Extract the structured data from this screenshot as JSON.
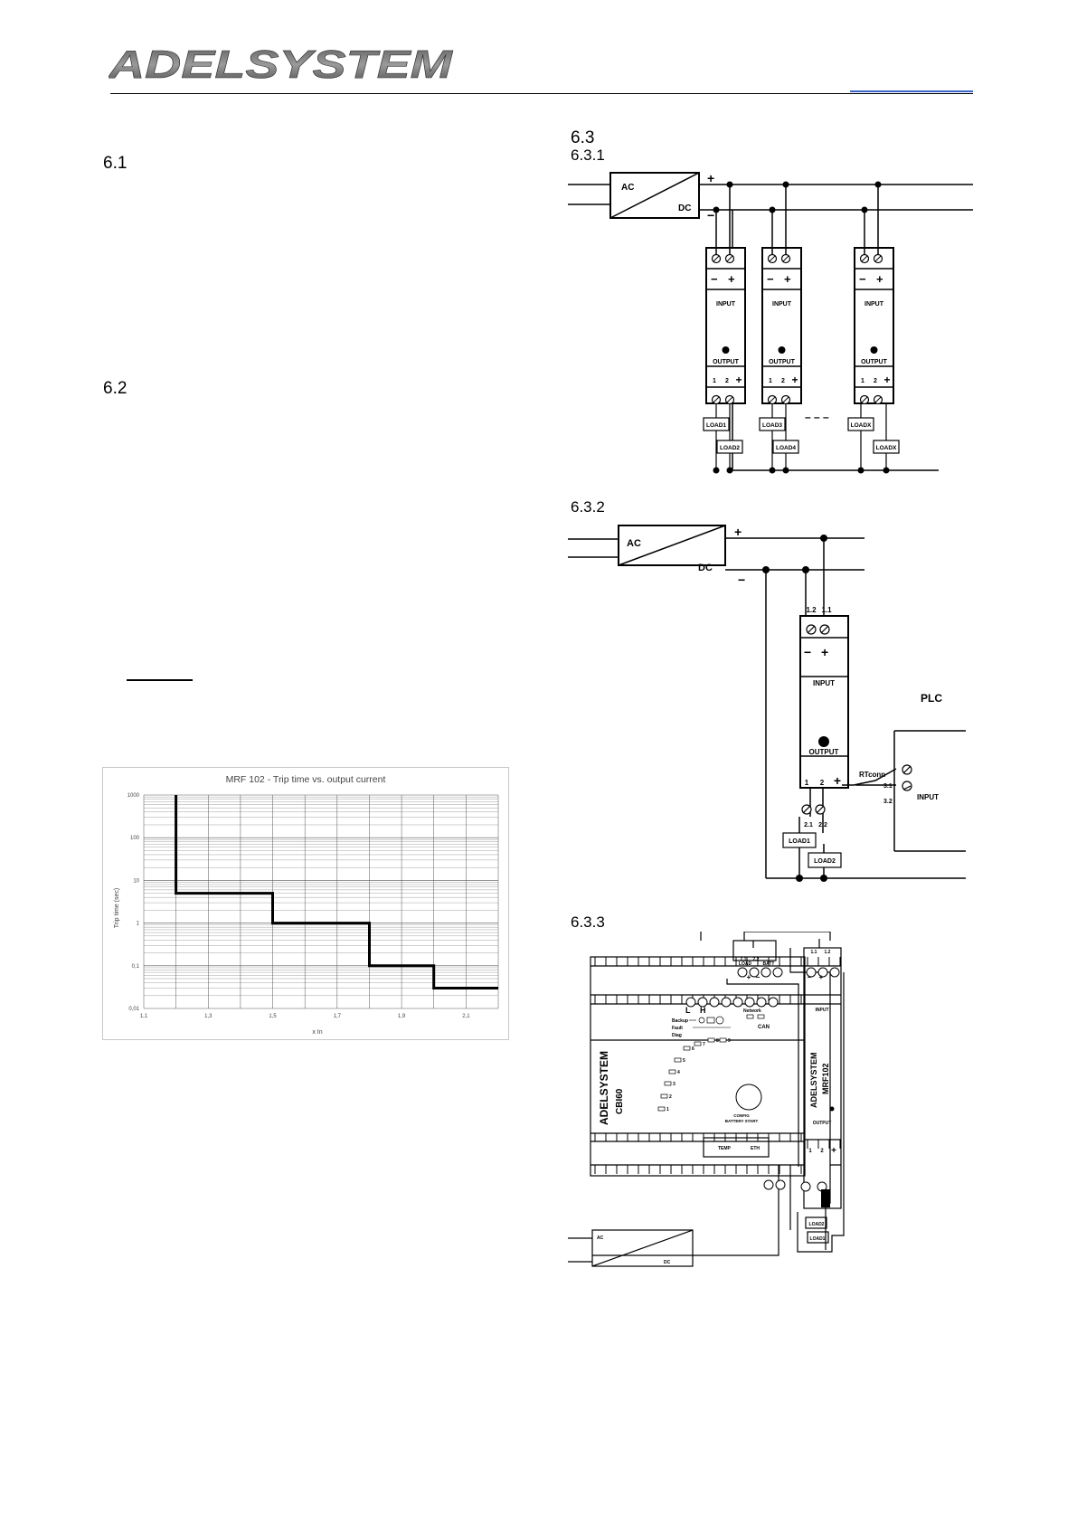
{
  "header": {
    "logo_text": "ADELSYSTEM"
  },
  "sections": {
    "s6_1": "6.1",
    "s6_2": "6.2",
    "s6_3": "6.3",
    "s6_3_1": "6.3.1",
    "s6_3_2": "6.3.2",
    "s6_3_3": "6.3.3"
  },
  "diagram1": {
    "ac": "AC",
    "dc": "DC",
    "plus": "+",
    "minus": "−",
    "input": "INPUT",
    "output": "OUTPUT",
    "out_pins": [
      "1",
      "2",
      "+"
    ],
    "loads": [
      "LOAD1",
      "LOAD2",
      "LOAD3",
      "LOAD4",
      "LOADX",
      "LOADX"
    ]
  },
  "diagram2": {
    "ac": "AC",
    "dc": "DC",
    "plus": "+",
    "minus": "−",
    "pin_1_2": "1.2",
    "pin_1_1": "1.1",
    "input": "INPUT",
    "output": "OUTPUT",
    "out_pins": [
      "1",
      "2",
      "+"
    ],
    "rtconn": "RTconn",
    "pin_3_1": "3.1",
    "pin_3_2": "3.2",
    "pin_2_1": "2.1",
    "pin_2_2": "2.2",
    "plc": "PLC",
    "plc_input": "INPUT",
    "load1": "LOAD1",
    "load2": "LOAD2"
  },
  "diagram3": {
    "pin_2_1": "2.1",
    "pin_2_2": "2.2",
    "pin_1_1": "1.1",
    "pin_1_2": "1.2",
    "load_lbl": "LOAD",
    "batt_lbl": "BATT",
    "l": "L",
    "h": "H",
    "brand": "ADELSYSTEM",
    "model": "CBI60",
    "backup": "Backup",
    "fault": "Fault",
    "diag": "Diag",
    "network": "Network",
    "can": "CAN",
    "nums": [
      "1",
      "2",
      "3",
      "4",
      "5",
      "6",
      "7",
      "8",
      "9"
    ],
    "config": "CONFIG",
    "battery_start": "BATTERY START",
    "temp": "TEMP",
    "eth": "ETH",
    "ac": "AC",
    "dc": "DC",
    "mrf_brand": "ADELSYSTEM",
    "mrf_model": "MRF102",
    "input": "INPUT",
    "output": "OUTPUT",
    "out_pins": [
      "1",
      "2",
      "+"
    ],
    "load1": "LOAD1",
    "load2": "LOAD2"
  },
  "chart_data": {
    "type": "line",
    "title": "MRF 102 - Trip time vs. output current",
    "xlabel": "x In",
    "ylabel": "Trip time (sec)",
    "x_ticks": [
      "1,1",
      "1,3",
      "1,5",
      "1,7",
      "1,9",
      "2,1"
    ],
    "y_ticks": [
      "1000",
      "100",
      "10",
      "1",
      "0,1",
      "0,01"
    ],
    "xlim": [
      1.1,
      2.2
    ],
    "ylim": [
      0.01,
      1000
    ],
    "y_scale": "log",
    "grid": true,
    "series": [
      {
        "x": [
          1.2,
          1.2,
          1.5,
          1.5,
          1.8,
          1.8,
          2.0,
          2.0,
          2.2
        ],
        "y": [
          1000,
          5,
          5,
          1,
          1,
          0.1,
          0.1,
          0.03,
          0.03
        ]
      }
    ]
  }
}
